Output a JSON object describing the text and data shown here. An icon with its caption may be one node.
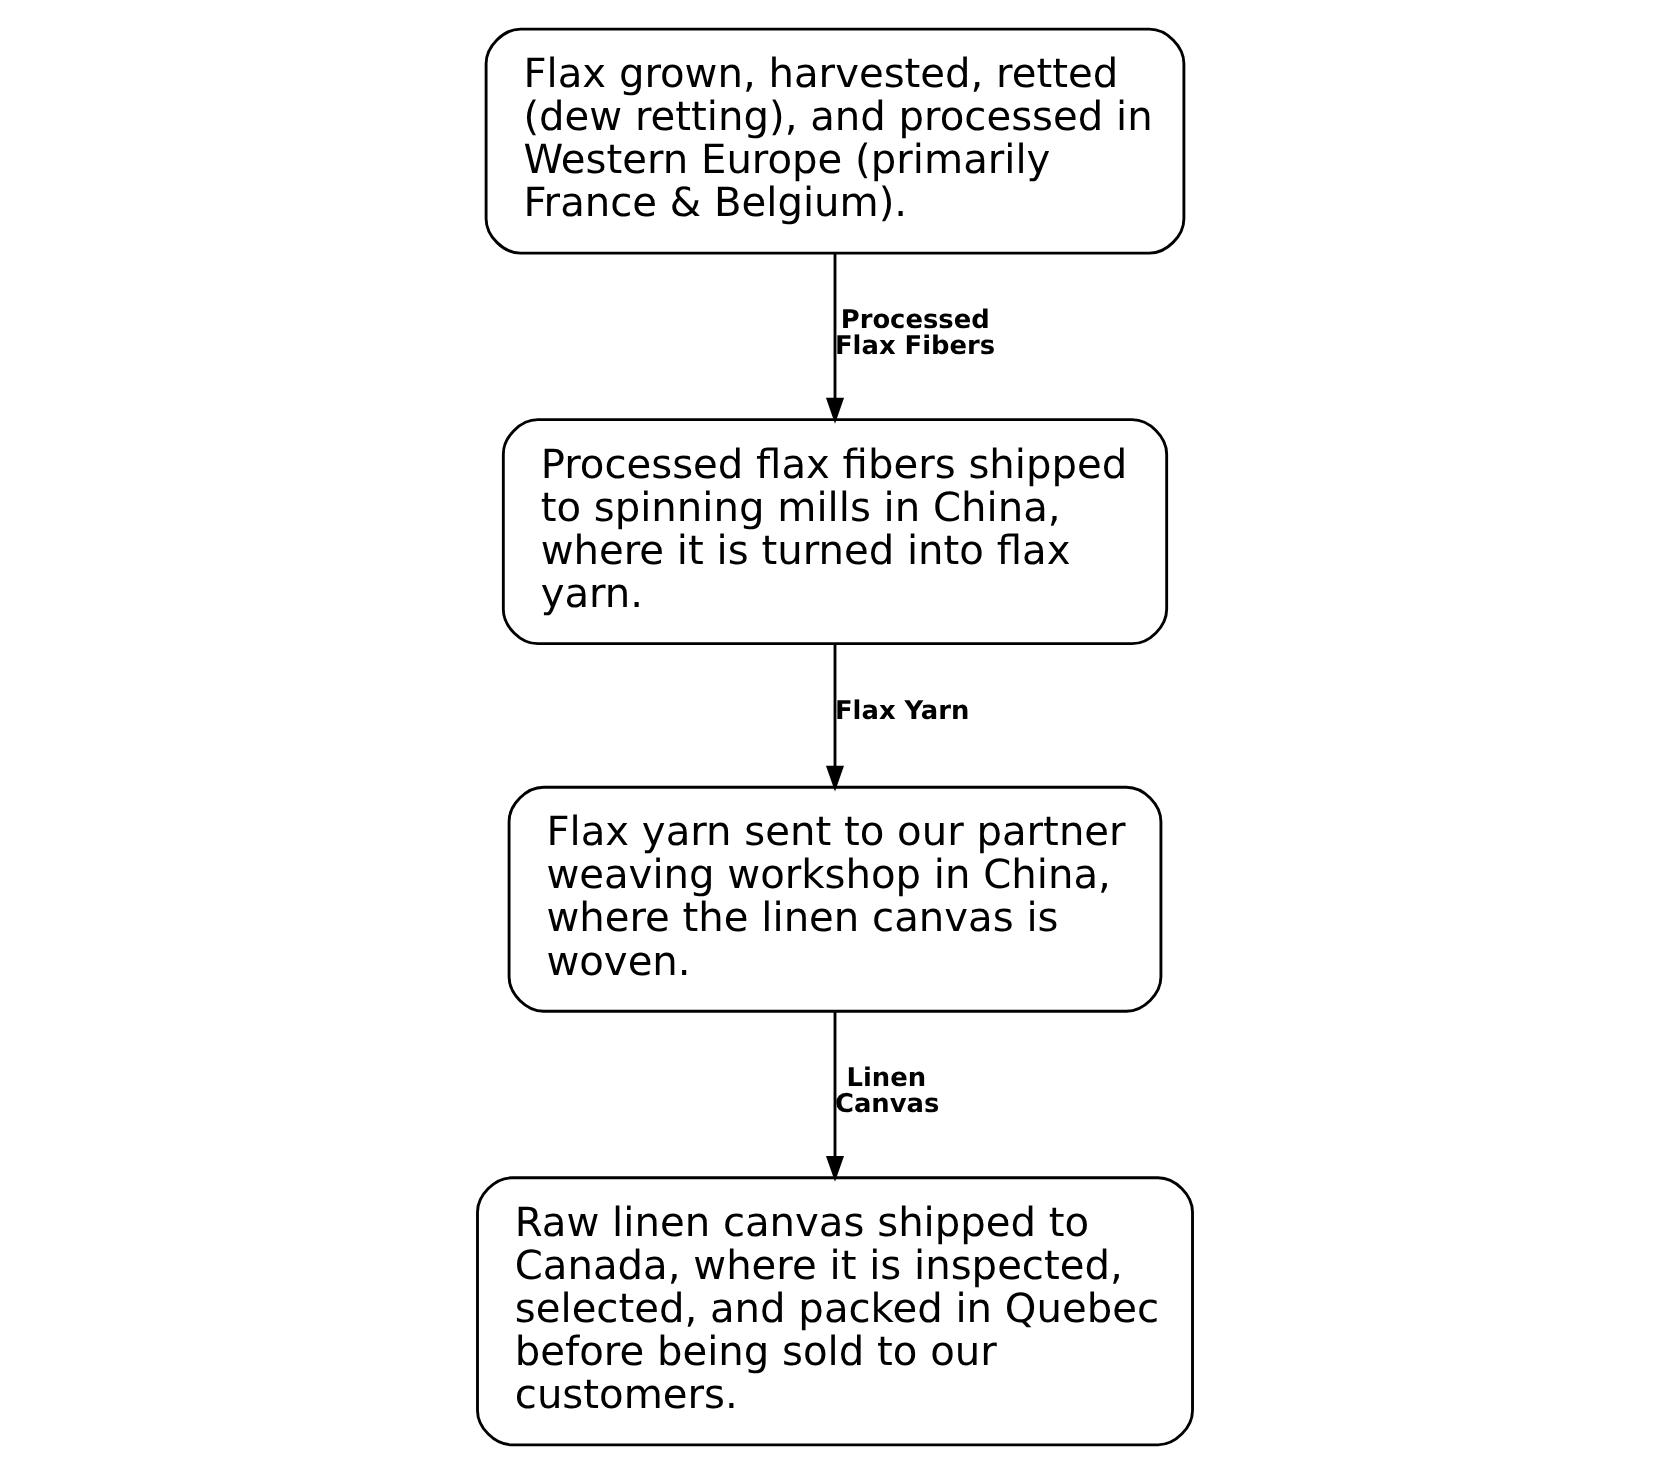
{
  "diagram": {
    "nodes": [
      {
        "text": [
          "Flax grown, harvested, retted (dew retting), and processed in Western Europe (primarily France & Belgium)."
        ]
      },
      {
        "text": [
          "Processed flax fibers shipped to spinning mills in China, where it is turned into flax yarn."
        ]
      },
      {
        "text": [
          "Flax yarn sent to our partner weaving workshop in China, where the linen canvas is woven."
        ]
      },
      {
        "text": [
          "Raw linen canvas shipped to Canada, where it is inspected, selected, and packed in Quebec before being sold to our customers."
        ]
      }
    ],
    "edges": [
      {
        "from": 0,
        "to": 1,
        "arrow": "to",
        "label": "Processed Flax Fibers"
      },
      {
        "from": 1,
        "to": 2,
        "arrow": "to",
        "label": "Flax Yarn"
      },
      {
        "from": 2,
        "to": 3,
        "arrow": "to",
        "label": "Linen Canvas"
      }
    ]
  }
}
